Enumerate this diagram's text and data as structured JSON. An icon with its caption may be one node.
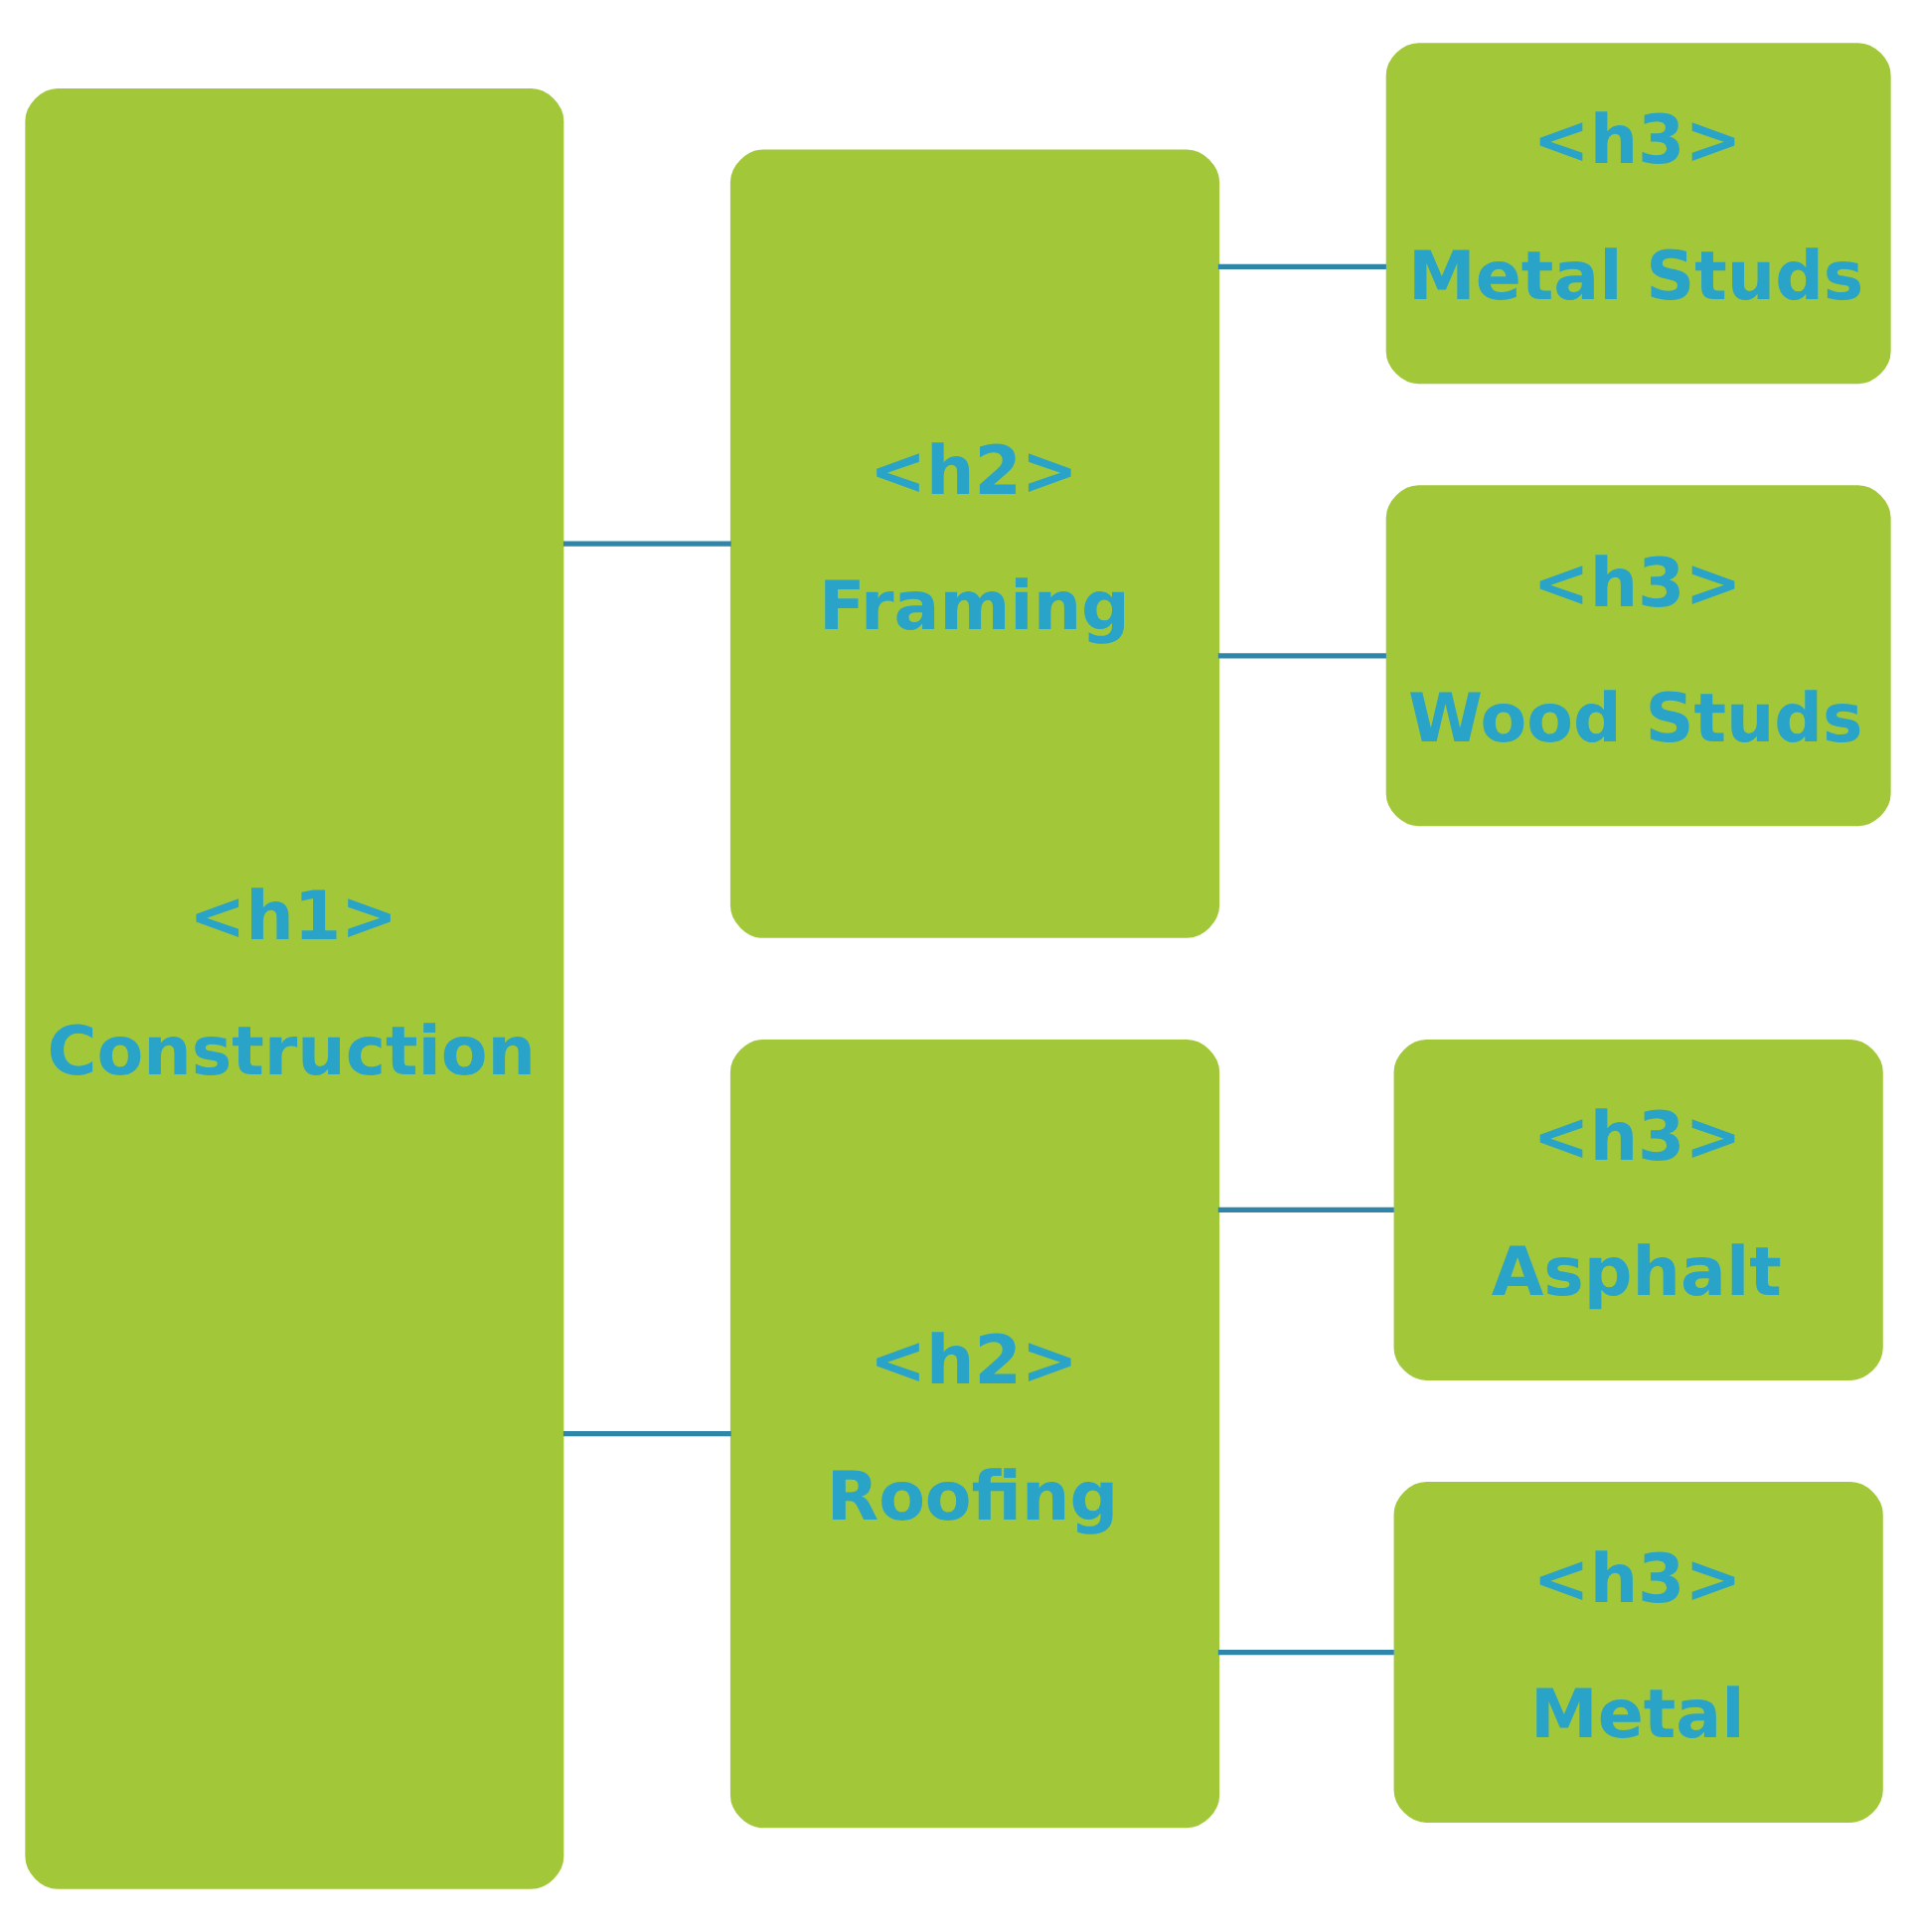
{
  "diagram": {
    "nodes": [
      {
        "text": [
          "<h1>",
          "Construction"
        ]
      },
      {
        "text": [
          "<h2>",
          "Framing"
        ]
      },
      {
        "text": [
          "<h3>",
          "Metal Studs"
        ]
      },
      {
        "text": [
          "<h3>",
          "Wood Studs"
        ]
      },
      {
        "text": [
          "<h2>",
          "Roofing"
        ]
      },
      {
        "text": [
          "<h3>",
          "Asphalt"
        ]
      },
      {
        "text": [
          "<h3>",
          "Metal"
        ]
      }
    ],
    "edges": [
      {
        "from": 0,
        "to": 1,
        "arrow": "none"
      },
      {
        "from": 0,
        "to": 4,
        "arrow": "none"
      },
      {
        "from": 1,
        "to": 2,
        "arrow": "none"
      },
      {
        "from": 1,
        "to": 3,
        "arrow": "none"
      },
      {
        "from": 4,
        "to": 5,
        "arrow": "none"
      },
      {
        "from": 4,
        "to": 6,
        "arrow": "none"
      }
    ]
  }
}
